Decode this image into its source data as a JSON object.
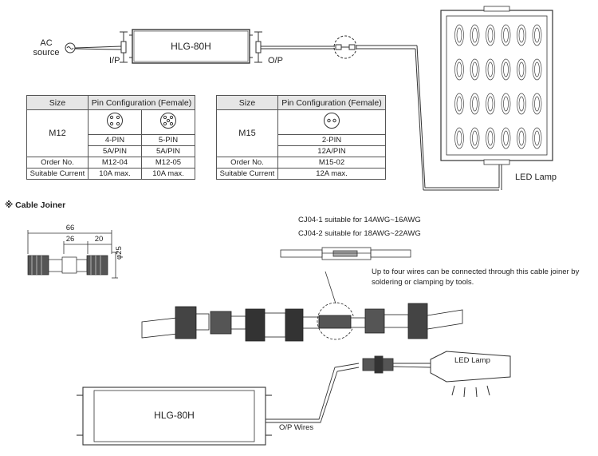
{
  "top_diagram": {
    "ac_source_line1": "AC",
    "ac_source_line2": "source",
    "driver_model": "HLG-80H",
    "input_label": "I/P",
    "output_label": "O/P",
    "lamp_label": "LED Lamp"
  },
  "table_m12": {
    "headers": [
      "Size",
      "Pin Configuration (Female)"
    ],
    "size": "M12",
    "pins": [
      "4-PIN",
      "5-PIN"
    ],
    "ratings": [
      "5A/PIN",
      "5A/PIN"
    ],
    "order_label": "Order No.",
    "order_numbers": [
      "M12-04",
      "M12-05"
    ],
    "current_label": "Suitable Current",
    "currents": [
      "10A max.",
      "10A max."
    ]
  },
  "table_m15": {
    "headers": [
      "Size",
      "Pin Configuration (Female)"
    ],
    "size": "M15",
    "pins": [
      "2-PIN"
    ],
    "ratings": [
      "12A/PIN"
    ],
    "order_label": "Order No.",
    "order_numbers": [
      "M15-02"
    ],
    "current_label": "Suitable Current",
    "currents": [
      "12A max."
    ]
  },
  "cable_joiner": {
    "title_mark": "※",
    "title": "Cable Joiner",
    "dim_total": "66",
    "dim_left": "26",
    "dim_right": "20",
    "dim_diameter": "φ25",
    "note_cj04_1": "CJ04-1 suitable for 14AWG~16AWG",
    "note_cj04_2": "CJ04-2 suitable for 18AWG~22AWG",
    "desc_line1": "Up to four wires can be connected through this cable joiner by",
    "desc_line2": "soldering or clamping by tools."
  },
  "bottom_diagram": {
    "driver_model": "HLG-80H",
    "output_wires_label": "O/P Wires",
    "lamp_label": "LED Lamp"
  }
}
